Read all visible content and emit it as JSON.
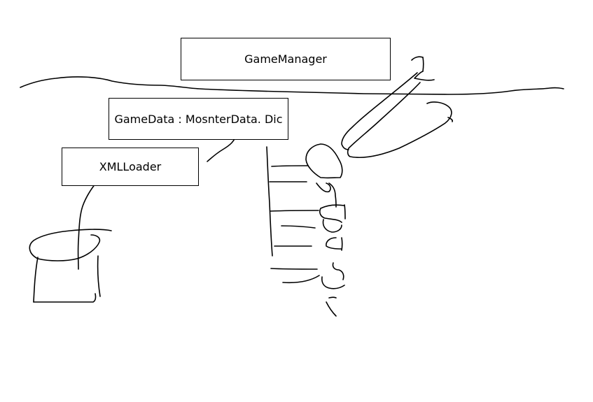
{
  "boxes": {
    "game_manager": "GameManager",
    "game_data": "GameData : MosnterData. Dic",
    "xml_loader": "XMLLoader"
  },
  "colors": {
    "stroke": "#000000",
    "background": "#ffffff"
  }
}
